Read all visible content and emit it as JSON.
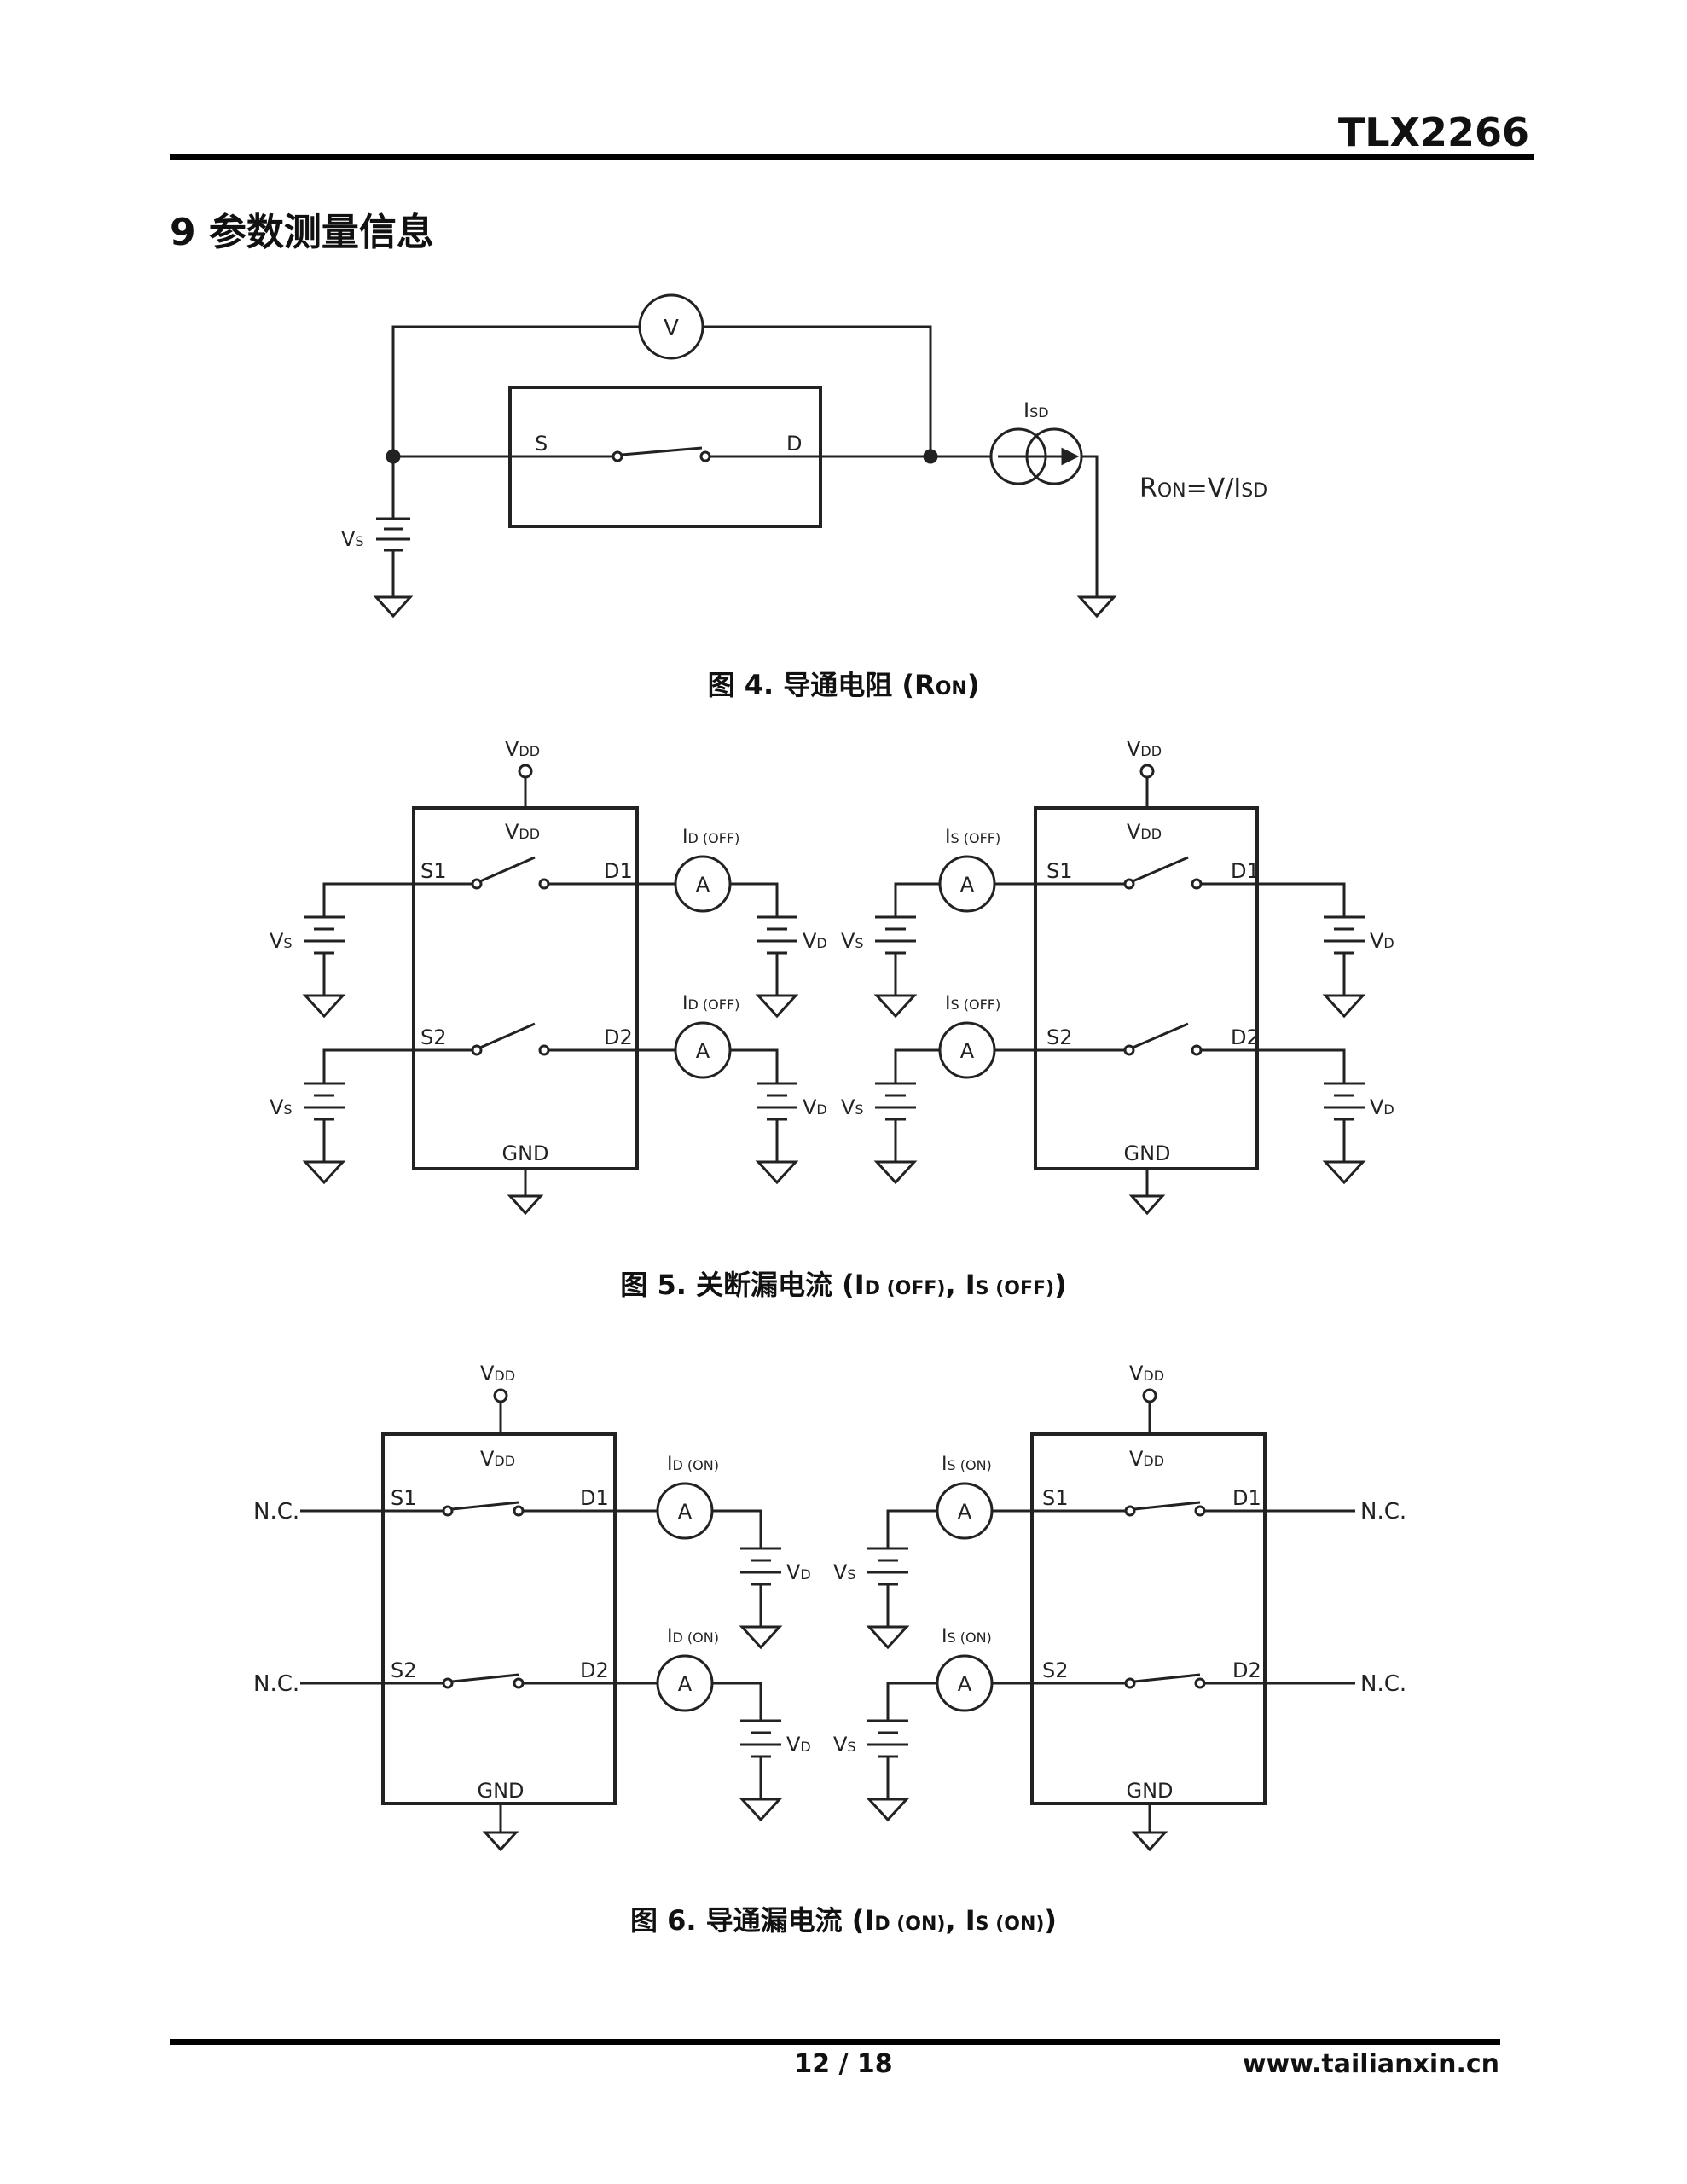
{
  "header": {
    "part_number": "TLX2266"
  },
  "section": {
    "title": "9 参数测量信息"
  },
  "figures": [
    {
      "caption": "图 4. 导通电阻 (R",
      "caption_sub": "ON",
      "caption_end": ")",
      "labels": {
        "voltmeter": "V",
        "source_pin": "S",
        "drain_pin": "D",
        "current_main": "I",
        "current_sub": "SD",
        "vs_main": "V",
        "vs_sub": "S",
        "formula_r": "R",
        "formula_r_sub": "ON",
        "formula_mid": "=V/I",
        "formula_sub": "SD"
      }
    },
    {
      "caption": "图 5. 关断漏电流 (I",
      "caption_sub1": "D (OFF)",
      "caption_mid": ", I",
      "caption_sub2": "S (OFF)",
      "caption_end": ")",
      "labels": {
        "vdd_main": "V",
        "vdd_sub": "DD",
        "s1": "S1",
        "s2": "S2",
        "d1": "D1",
        "d2": "D2",
        "gnd": "GND",
        "ammeter": "A",
        "id_main": "I",
        "id_sub": "D (OFF)",
        "is_main": "I",
        "is_sub": "S (OFF)",
        "vs_main": "V",
        "vs_sub": "S",
        "vd_main": "V",
        "vd_sub": "D"
      }
    },
    {
      "caption": "图 6. 导通漏电流 (I",
      "caption_sub1": "D (ON)",
      "caption_mid": ", I",
      "caption_sub2": "S (ON)",
      "caption_end": ")",
      "labels": {
        "vdd_main": "V",
        "vdd_sub": "DD",
        "s1": "S1",
        "s2": "S2",
        "d1": "D1",
        "d2": "D2",
        "gnd": "GND",
        "ammeter": "A",
        "nc": "N.C.",
        "id_main": "I",
        "id_sub": "D (ON)",
        "is_main": "I",
        "is_sub": "S (ON)",
        "vs_main": "V",
        "vs_sub": "S",
        "vd_main": "V",
        "vd_sub": "D"
      }
    }
  ],
  "footer": {
    "page": "12 / 18",
    "website": "www.tailianxin.cn"
  }
}
